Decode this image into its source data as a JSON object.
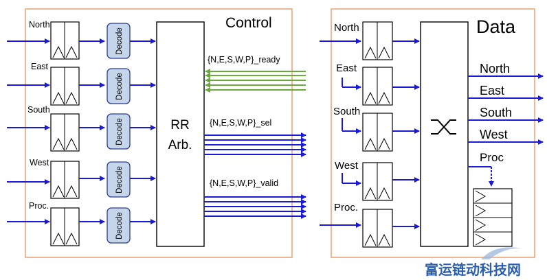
{
  "control": {
    "title": "Control",
    "inputs": [
      "North",
      "East",
      "South",
      "West",
      "Proc."
    ],
    "decode_label": "Decode",
    "arbiter_label": [
      "RR",
      "Arb."
    ],
    "buses": {
      "ready": "{N,E,S,W,P}_ready",
      "sel": "{N,E,S,W,P}_sel",
      "valid": "{N,E,S,W,P}_valid"
    }
  },
  "data": {
    "title": "Data",
    "inputs": [
      "North",
      "East",
      "South",
      "West",
      "Proc."
    ],
    "outputs": [
      "North",
      "East",
      "South",
      "West",
      "Proc"
    ]
  },
  "watermark": "富运链动科技网",
  "colors": {
    "panel_border": "#e8a070",
    "wire_blue": "#1a1ad6",
    "wire_green": "#6aaa3a",
    "decode_fill": "#c5d5ea",
    "decode_stroke": "#2a3a8a",
    "watermark": "#2b5fae"
  }
}
